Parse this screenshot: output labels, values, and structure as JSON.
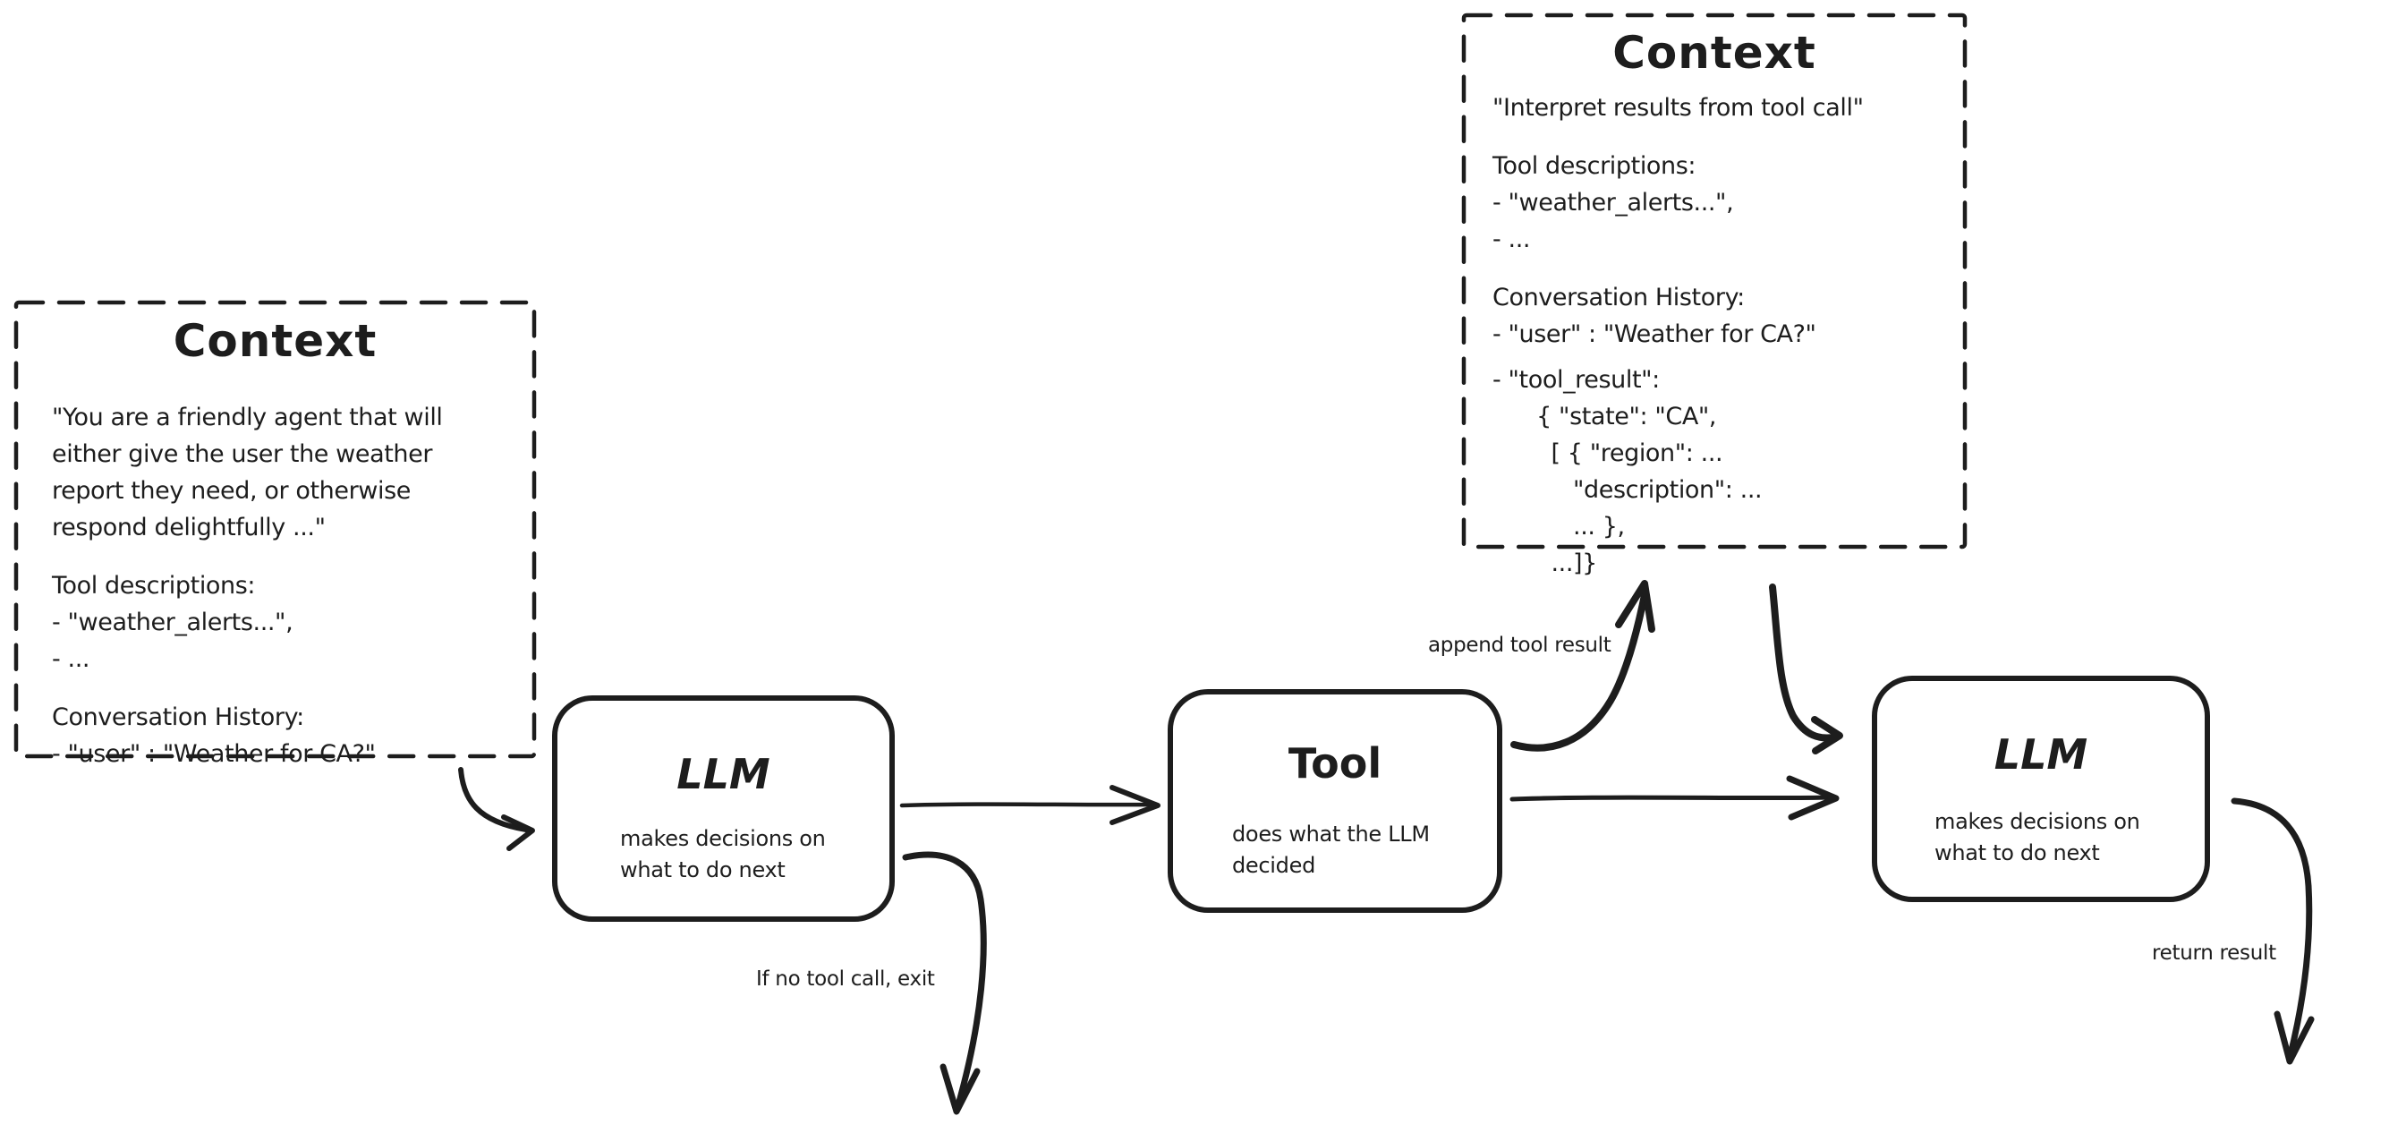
{
  "diagram": {
    "ink_color": "#1d1d1d",
    "background_color": "#ffffff",
    "context_left": {
      "title": "Context",
      "paragraphs": [
        "\"You are a friendly agent that will\neither give the user the weather\nreport they need, or otherwise\nrespond delightfully ...\"",
        "Tool descriptions:\n- \"weather_alerts...\",\n- ...",
        "Conversation History:\n- \"user\" : \"Weather for CA?\""
      ]
    },
    "context_top": {
      "title": "Context",
      "paragraphs": [
        "\"Interpret results from tool call\"",
        "Tool descriptions:\n- \"weather_alerts...\",\n- ...",
        "Conversation History:\n- \"user\" : \"Weather for CA?\"",
        "- \"tool_result\":\n      { \"state\": \"CA\",\n        [ { \"region\": ...\n           \"description\": ...\n           ... },\n        ...]}"
      ]
    },
    "nodes": {
      "llm1": {
        "title": "LLM",
        "subtitle": "makes decisions on\nwhat to do next"
      },
      "tool": {
        "title": "Tool",
        "subtitle": "does what the LLM\ndecided"
      },
      "llm2": {
        "title": "LLM",
        "subtitle": "makes decisions on\nwhat to do next"
      }
    },
    "edge_labels": {
      "append_tool_result": "append tool result",
      "if_no_tool_call_exit": "If no tool call, exit",
      "return_result": "return result"
    }
  }
}
